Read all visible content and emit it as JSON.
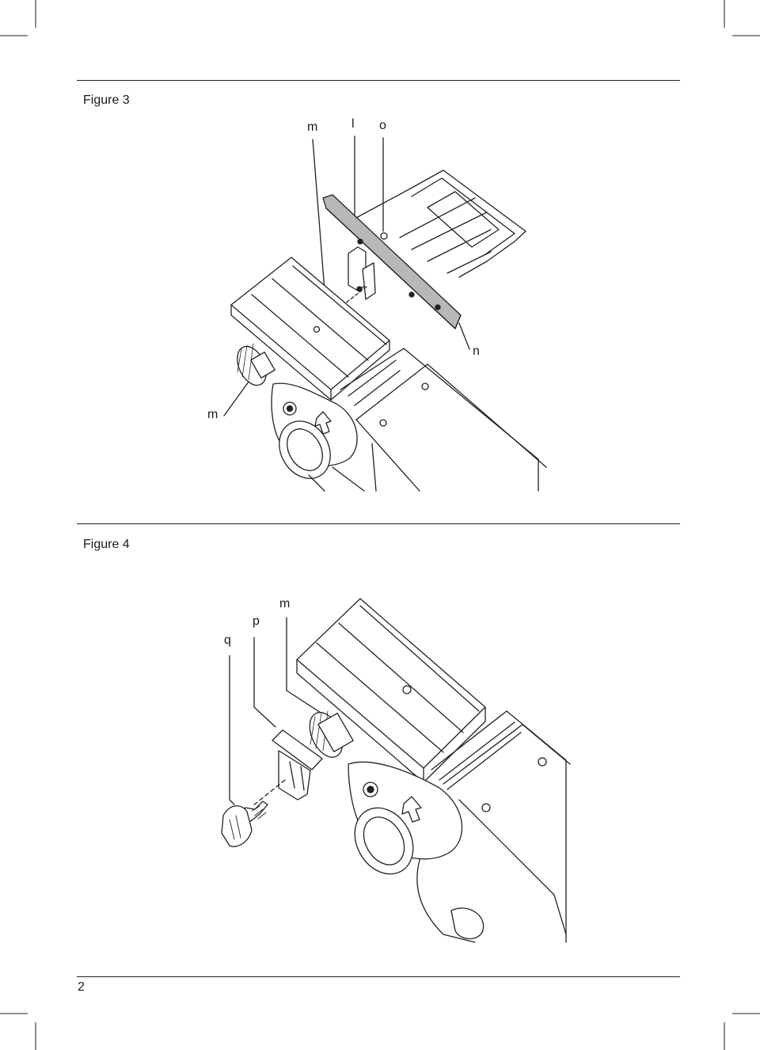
{
  "figures": [
    {
      "title": "Figure 3",
      "callouts": {
        "m_top": "m",
        "l": "l",
        "o": "o",
        "n": "n",
        "m_left": "m"
      }
    },
    {
      "title": "Figure 4",
      "callouts": {
        "q": "q",
        "p": "p",
        "m": "m"
      }
    }
  ],
  "footer": {
    "page_number": "2"
  }
}
